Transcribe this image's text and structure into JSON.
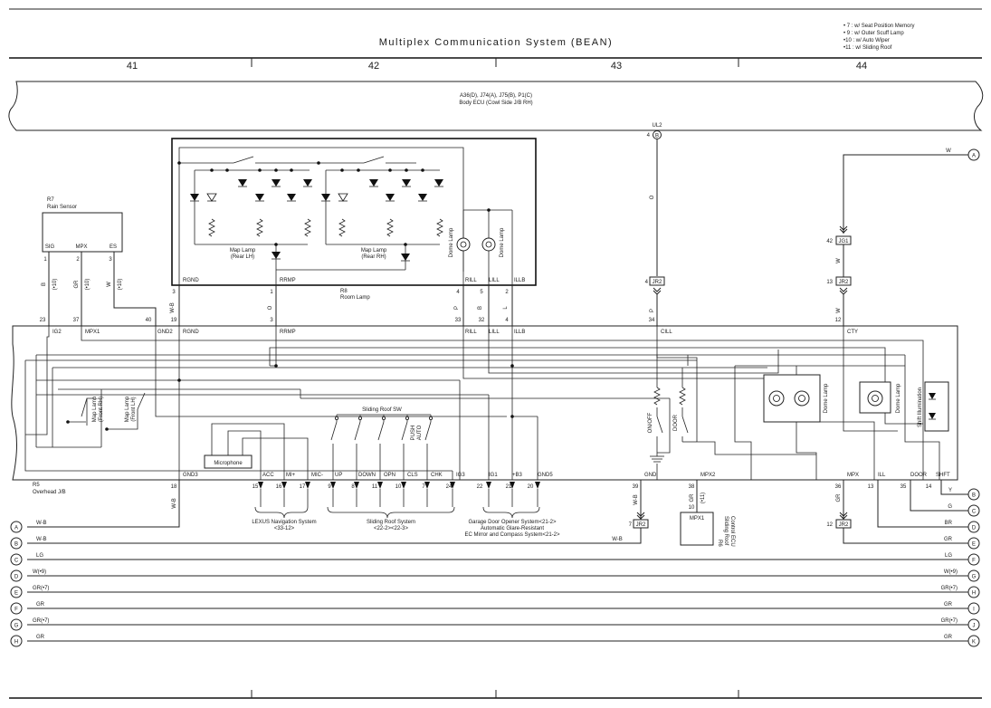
{
  "title": "Multiplex Communication System (BEAN)",
  "notes": [
    "• 7 : w/ Seat Position Memory",
    "• 9 : w/ Outer Scuff Lamp",
    "•10 : w/ Auto Wiper",
    "•11 : w/ Sliding Roof"
  ],
  "columns": [
    "41",
    "42",
    "43",
    "44"
  ],
  "body_ecu": {
    "line1": "A36(D), J74(A), J75(B), P1(C)",
    "line2": "Body ECU (Cowl Side J/B RH)"
  },
  "connectors": {
    "ul2": "UL2",
    "jg1": "JG1",
    "jr2": "JR2"
  },
  "r7": {
    "id": "R7",
    "name": "Rain Sensor",
    "pins": [
      {
        "label": "SIG",
        "num": "1",
        "wire": "B",
        "note": "(•10)"
      },
      {
        "label": "MPX",
        "num": "2",
        "wire": "GR",
        "note": "(•10)"
      },
      {
        "label": "ES",
        "num": "3",
        "wire": "W",
        "note": "(•10)"
      }
    ]
  },
  "r8": {
    "id": "R8",
    "name": "Room Lamp",
    "map_lh": [
      "Map Lamp",
      "(Rear LH)"
    ],
    "map_rh": [
      "Map Lamp",
      "(Rear RH)"
    ],
    "dome": "Dome Lamp",
    "pins": [
      {
        "label": "RGND",
        "num": "3",
        "wire": "W-B"
      },
      {
        "label": "RRMP",
        "num": "1",
        "wire": "O"
      },
      {
        "label": "RILL",
        "num": "4",
        "wire": "P"
      },
      {
        "label": "LILL",
        "num": "5",
        "wire": "B"
      },
      {
        "label": "ILLB",
        "num": "2",
        "wire": "L"
      }
    ]
  },
  "ecu_top_pins": [
    {
      "num": "23",
      "label": "IG2"
    },
    {
      "num": "37",
      "label": "MPX1"
    },
    {
      "num": "40",
      "label": ""
    },
    {
      "num": "19",
      "label": "GND2"
    },
    {
      "num": "",
      "label": "RGND"
    },
    {
      "num": "3",
      "label": "RRMP"
    },
    {
      "num": "33",
      "label": "RILL"
    },
    {
      "num": "32",
      "label": "LILL"
    },
    {
      "num": "4",
      "label": "ILLB"
    },
    {
      "num": "34",
      "label": "CILL"
    },
    {
      "num": "12",
      "label": "CTY"
    }
  ],
  "r5": {
    "id": "R5",
    "name": "Overhead J/B"
  },
  "ecu_bottom_pins": [
    {
      "label": "GND3",
      "num": "18"
    },
    {
      "label": "ACC",
      "num": "15"
    },
    {
      "label": "MI+",
      "num": "16"
    },
    {
      "label": "MIC-",
      "num": "17"
    },
    {
      "label": "UP",
      "num": "9"
    },
    {
      "label": "DOWN",
      "num": "8"
    },
    {
      "label": "OPN",
      "num": "11"
    },
    {
      "label": "CLS",
      "num": "10"
    },
    {
      "label": "CHK",
      "num": "7"
    },
    {
      "label": "IG3",
      "num": "24"
    },
    {
      "label": "IG1",
      "num": "22"
    },
    {
      "label": "+B3",
      "num": "21"
    },
    {
      "label": "GND5",
      "num": "20"
    },
    {
      "label": "GND",
      "num": "39"
    },
    {
      "label": "MPX2",
      "num": "38"
    },
    {
      "label": "MPX",
      "num": "36"
    },
    {
      "label": "ILL",
      "num": "13"
    },
    {
      "label": "DOOR",
      "num": "35"
    },
    {
      "label": "SHFT",
      "num": "14"
    }
  ],
  "internal": {
    "map_front_rh": [
      "Map Lamp",
      "(Front RH)"
    ],
    "map_front_lh": [
      "Map Lamp",
      "(Front LH)"
    ],
    "microphone": "Microphone",
    "sliding_sw": "Sliding Roof SW",
    "push_auto": [
      "PUSH",
      "AUTO"
    ],
    "on_off": "ON/OFF",
    "door": "DOOR",
    "dome": "Dome Lamp",
    "shift_illum": "Shift Illumination"
  },
  "systems": [
    {
      "line1": "LEXUS Navigation System",
      "line2": "<33-12>"
    },
    {
      "line1": "Sliding Roof System",
      "line2": "<22-2><22-3>"
    },
    {
      "line1": "Garage Door Opener System<21-2>",
      "line2": "Automatic Glare-Resistant",
      "line3": "EC Mirror and Compass System<21-2>"
    }
  ],
  "r6": {
    "pin_name": "MPX1",
    "num": "10",
    "line1": "R6",
    "line2": "Sliding Roof",
    "line3": "Control ECU",
    "note": "(•11)"
  },
  "wire_labels": {
    "w": "W",
    "o": "O",
    "p": "P",
    "wb": "W-B",
    "gr": "GR",
    "w_upper": "W",
    "w_lower": "W",
    "jr2_top": "4",
    "jg1_num": "42",
    "jr2_13": "13",
    "jr2_12": "12",
    "jr2_7": "7"
  },
  "bus_left": [
    {
      "letter": "A",
      "wire": "W-B"
    },
    {
      "letter": "B",
      "wire": "W-B"
    },
    {
      "letter": "C",
      "wire": "LG"
    },
    {
      "letter": "D",
      "wire": "W(•9)"
    },
    {
      "letter": "E",
      "wire": "GR(•7)"
    },
    {
      "letter": "F",
      "wire": "GR"
    },
    {
      "letter": "G",
      "wire": "GR(•7)"
    },
    {
      "letter": "H",
      "wire": "GR"
    }
  ],
  "bus_right": [
    {
      "letter": "B",
      "wire": "Y"
    },
    {
      "letter": "C",
      "wire": "G"
    },
    {
      "letter": "D",
      "wire": "BR"
    },
    {
      "letter": "E",
      "wire": "GR"
    },
    {
      "letter": "F",
      "wire": "LG"
    },
    {
      "letter": "G",
      "wire": "W(•9)"
    },
    {
      "letter": "H",
      "wire": "GR(•7)"
    },
    {
      "letter": "I",
      "wire": "GR"
    },
    {
      "letter": "J",
      "wire": "GR(•7)"
    },
    {
      "letter": "K",
      "wire": "GR"
    }
  ],
  "top_right_a": {
    "letter": "A",
    "wire": "W"
  }
}
